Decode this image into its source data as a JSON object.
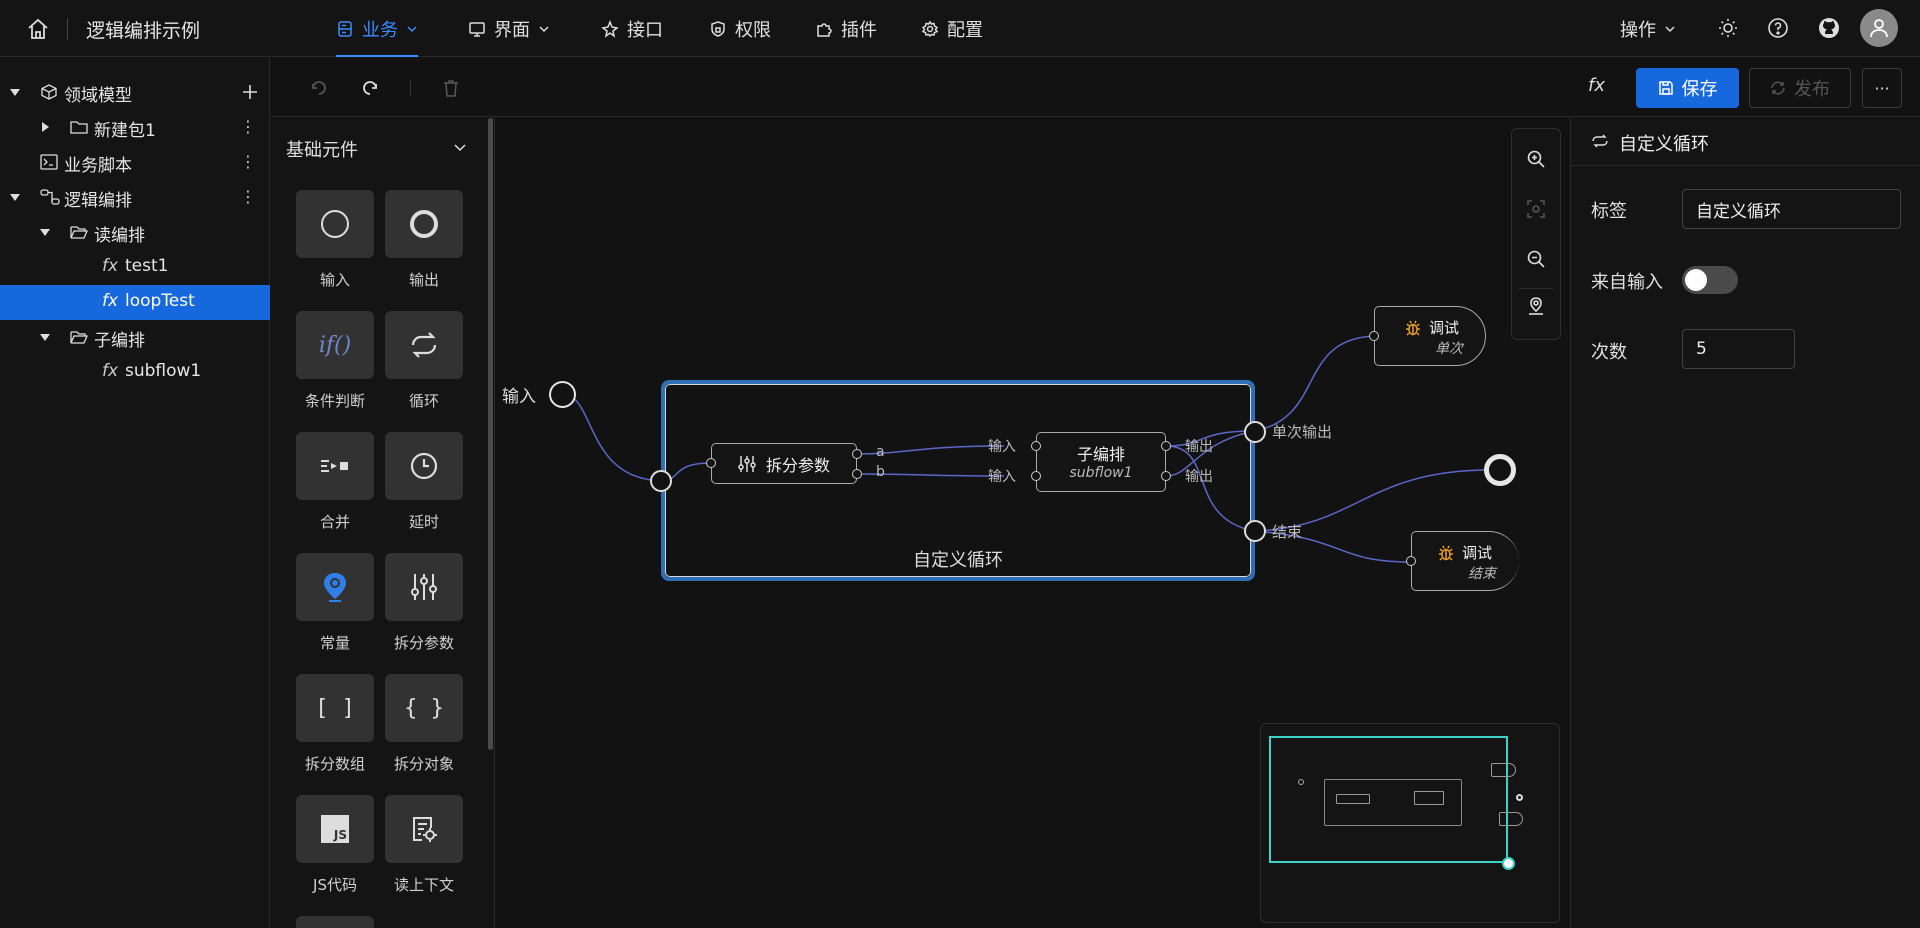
{
  "app": {
    "title": "逻辑编排示例"
  },
  "nav": {
    "items": [
      {
        "label": "业务",
        "icon": "database-icon",
        "active": true,
        "dropdown": true
      },
      {
        "label": "界面",
        "icon": "monitor-icon",
        "dropdown": true
      },
      {
        "label": "接口",
        "icon": "api-icon"
      },
      {
        "label": "权限",
        "icon": "shield-icon"
      },
      {
        "label": "插件",
        "icon": "puzzle-icon"
      },
      {
        "label": "配置",
        "icon": "gear-icon"
      }
    ],
    "operate_label": "操作"
  },
  "sidebar": {
    "items": [
      {
        "label": "领域模型",
        "icon": "cube-icon"
      },
      {
        "label": "新建包1",
        "icon": "folder-icon"
      },
      {
        "label": "业务脚本",
        "icon": "terminal-icon"
      },
      {
        "label": "逻辑编排",
        "icon": "flow-icon"
      },
      {
        "label": "读编排",
        "icon": "folder-open-icon"
      },
      {
        "label": "test1",
        "icon": "fx-icon"
      },
      {
        "label": "loopTest",
        "icon": "fx-icon",
        "selected": true
      },
      {
        "label": "子编排",
        "icon": "folder-open-icon"
      },
      {
        "label": "subflow1",
        "icon": "fx-icon"
      }
    ]
  },
  "toolbar": {
    "fx_label": "fx",
    "save_label": "保存",
    "publish_label": "发布",
    "more_label": "···"
  },
  "palette": {
    "title": "基础元件",
    "items": [
      {
        "label": "输入",
        "icon": "circle-thin-icon"
      },
      {
        "label": "输出",
        "icon": "circle-thick-icon"
      },
      {
        "label": "条件判断",
        "icon": "if-icon",
        "glyph": "if()"
      },
      {
        "label": "循环",
        "icon": "loop-icon"
      },
      {
        "label": "合并",
        "icon": "merge-icon"
      },
      {
        "label": "延时",
        "icon": "clock-icon"
      },
      {
        "label": "常量",
        "icon": "pin-icon"
      },
      {
        "label": "拆分参数",
        "icon": "sliders-icon"
      },
      {
        "label": "拆分数组",
        "icon": "brackets-icon",
        "glyph": "[ ]"
      },
      {
        "label": "拆分对象",
        "icon": "braces-icon",
        "glyph": "{ }"
      },
      {
        "label": "JS代码",
        "icon": "js-icon",
        "glyph": "JS"
      },
      {
        "label": "读上下文",
        "icon": "context-icon"
      }
    ]
  },
  "canvas": {
    "input_label": "输入",
    "loop_group_label": "自定义循环",
    "split_node": {
      "label": "拆分参数",
      "port_a": "a",
      "port_b": "b"
    },
    "sub_node": {
      "title": "子编排",
      "subtitle": "subflow1",
      "in1": "输入",
      "in2": "输入",
      "out1": "输出",
      "out2": "输出"
    },
    "loop_ports": {
      "single": "单次输出",
      "end": "结束"
    },
    "debug_nodes": [
      {
        "title": "调试",
        "subtitle": "单次"
      },
      {
        "title": "调试",
        "subtitle": "结束"
      }
    ]
  },
  "props": {
    "title": "自定义循环",
    "tag_label": "标签",
    "tag_value": "自定义循环",
    "from_input_label": "来自输入",
    "from_input_on": false,
    "count_label": "次数",
    "count_value": "5"
  },
  "colors": {
    "accent": "#1668dc",
    "minimap_frame": "#3ad3c5",
    "loop_border": "#2f6fb8",
    "edge": "#5a68c8"
  }
}
